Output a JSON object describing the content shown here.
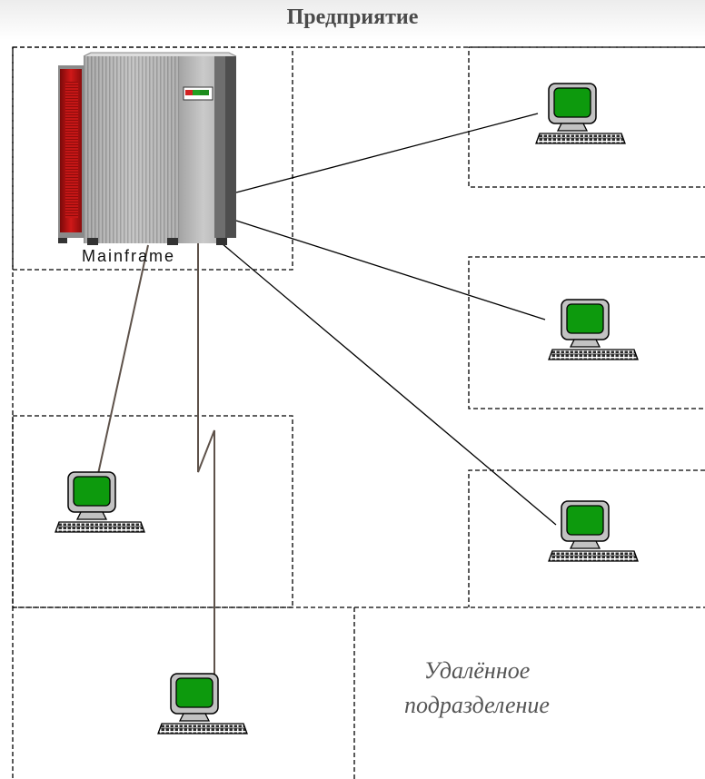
{
  "title": "Предприятие",
  "mainframe": {
    "label": "Mainframe"
  },
  "remote_unit": {
    "line1": "Удалённое",
    "line2": "подразделение"
  },
  "colors": {
    "screen_green": "#0d9a0d",
    "mainframe_red": "#c81414",
    "dashed_border": "#000000",
    "title_text": "#4b4b4b",
    "label_text": "#555555"
  },
  "icons": [
    "mainframe-icon",
    "workstation-icon"
  ]
}
